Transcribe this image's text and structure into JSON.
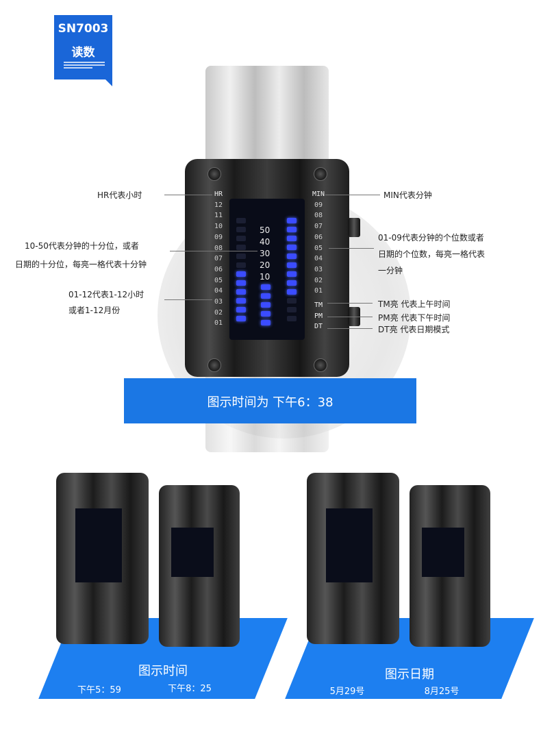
{
  "badge": {
    "model": "SN7003",
    "title": "读数"
  },
  "watch": {
    "hr_label": "HR",
    "min_label": "MIN",
    "hours": [
      "12",
      "11",
      "10",
      "09",
      "08",
      "07",
      "06",
      "05",
      "04",
      "03",
      "02",
      "01"
    ],
    "minutes": [
      "09",
      "08",
      "07",
      "06",
      "05",
      "04",
      "03",
      "02",
      "01"
    ],
    "tens": [
      "50",
      "40",
      "30",
      "20",
      "10"
    ],
    "mode_labels": [
      "TM",
      "PM",
      "DT"
    ]
  },
  "annotations": {
    "hr": "HR代表小时",
    "min": "MIN代表分钟",
    "tens_1": "10-50代表分钟的十分位，或者",
    "tens_2": "日期的十分位，每亮一格代表十分钟",
    "hours_1": "01-12代表1-12小时",
    "hours_2": "或者1-12月份",
    "units_1": "01-09代表分钟的个位数或者",
    "units_2": "日期的个位数，每亮一格代表",
    "units_3": "一分钟",
    "tm": "TM亮   代表上午时间",
    "pm": "PM亮   代表下午时间",
    "dt": "DT亮   代表日期模式"
  },
  "main_banner": "图示时间为   下午6：38",
  "bottom_left": {
    "title": "图示时间",
    "a": "下午5：59",
    "b": "下午8：25"
  },
  "bottom_right": {
    "title": "图示日期",
    "a": "5月29号",
    "b": "8月25号"
  },
  "colors": {
    "accent": "#1b77e4",
    "led": "#3b4cff"
  }
}
